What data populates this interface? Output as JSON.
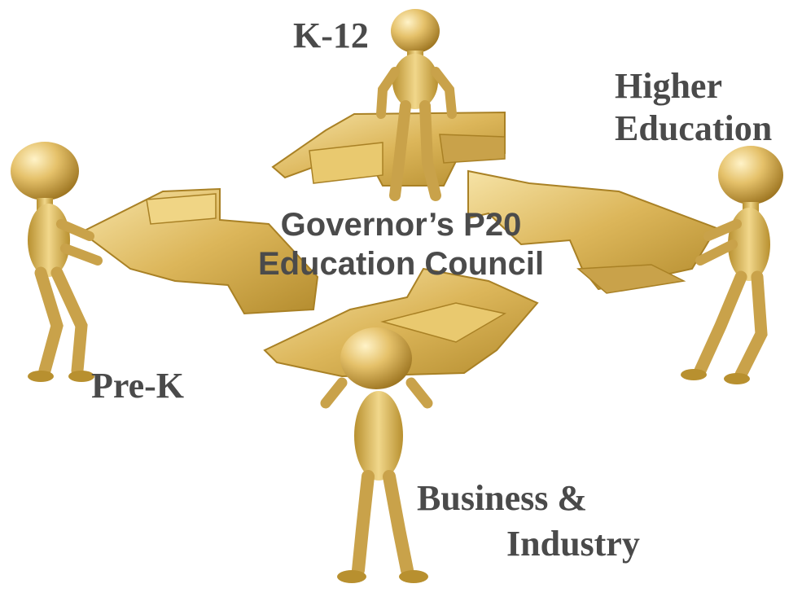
{
  "diagram": {
    "center": {
      "line1": "Governor’s P20",
      "line2": "Education Council"
    },
    "stakeholders": {
      "k12": "K-12",
      "higher_ed": {
        "line1": "Higher",
        "line2": "Education"
      },
      "pre_k": "Pre-K",
      "business": {
        "line1": "Business &",
        "line2": "Industry"
      }
    }
  },
  "colors": {
    "gold_light": "#f4dd9a",
    "gold": "#dcb65a",
    "gold_dark": "#a98125",
    "text": "#4a4a4a"
  }
}
